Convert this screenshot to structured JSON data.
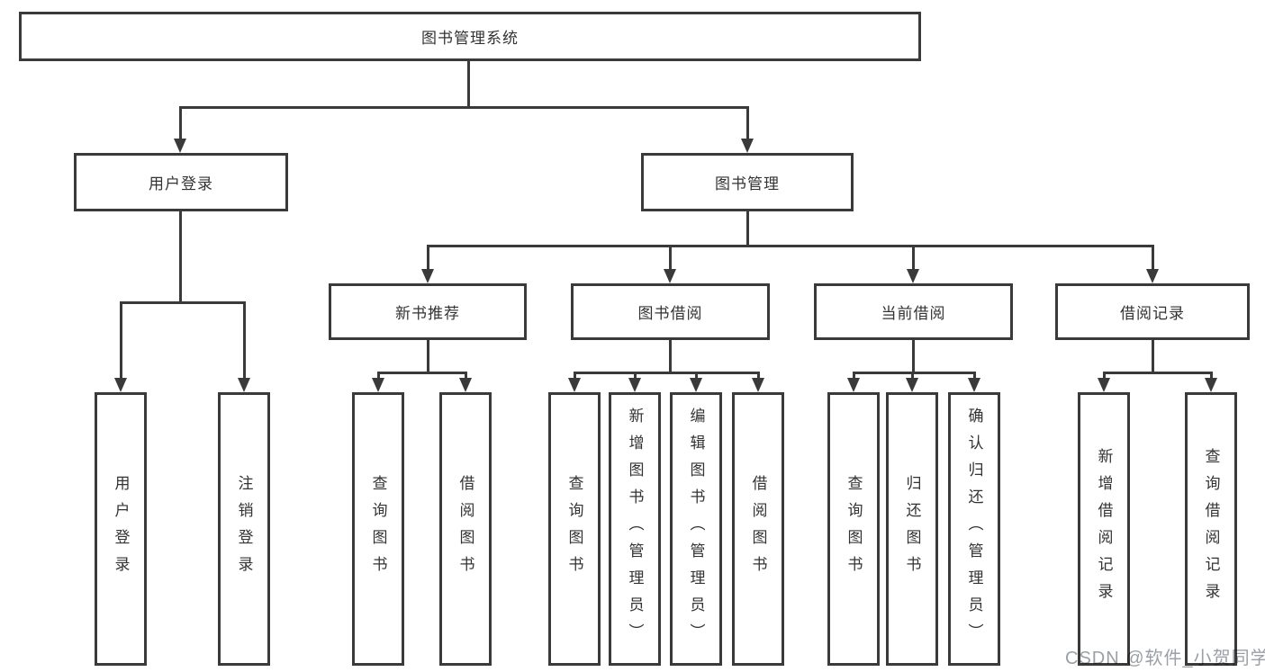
{
  "diagram": {
    "root": "图书管理系统",
    "branches": [
      {
        "label": "用户登录",
        "children": [
          "用户登录",
          "注销登录"
        ]
      },
      {
        "label": "图书管理",
        "sections": [
          {
            "label": "新书推荐",
            "children": [
              "查询图书",
              "借阅图书"
            ]
          },
          {
            "label": "图书借阅",
            "children": [
              "查询图书",
              "新增图书（管理员）",
              "编辑图书（管理员）",
              "借阅图书"
            ]
          },
          {
            "label": "当前借阅",
            "children": [
              "查询图书",
              "归还图书",
              "确认归还（管理员）"
            ]
          },
          {
            "label": "借阅记录",
            "children": [
              "新增借阅记录",
              "查询借阅记录"
            ]
          }
        ]
      }
    ]
  },
  "colors": {
    "line": "#3a3a3a",
    "text": "#333333",
    "watermark": "#9aa0a6",
    "background": "#ffffff"
  },
  "watermark": "CSDN @软件_小贺同学"
}
